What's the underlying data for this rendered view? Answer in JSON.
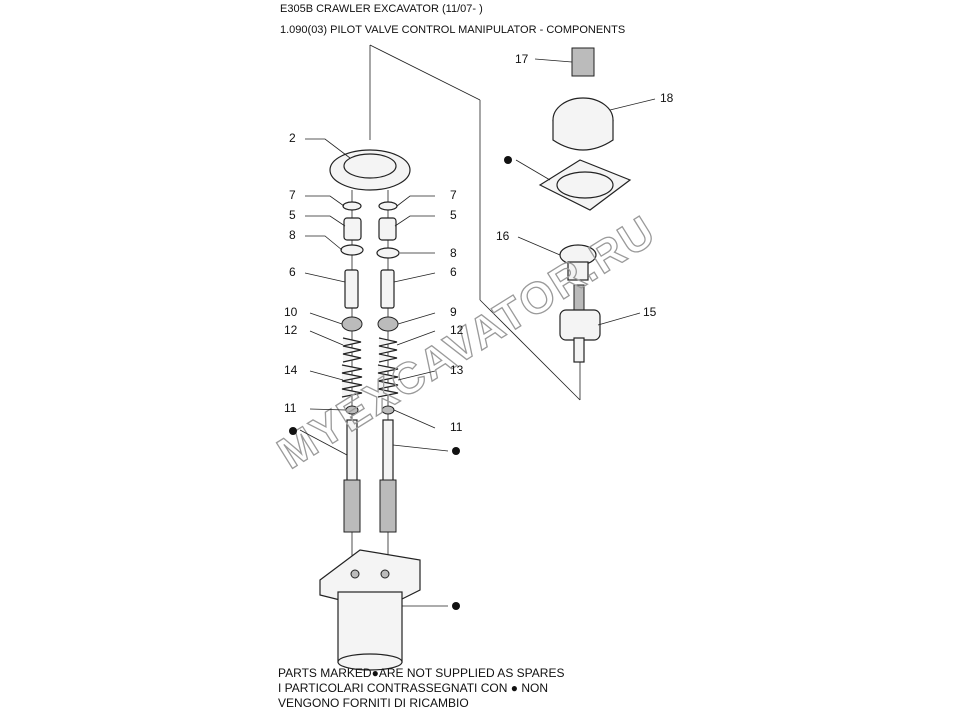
{
  "header": {
    "title": "E305B CRAWLER EXCAVATOR (11/07- )",
    "subtitle": "1.090(03) PILOT VALVE CONTROL MANIPULATOR - COMPONENTS"
  },
  "callouts": {
    "c2": "2",
    "c7a": "7",
    "c7b": "7",
    "c5a": "5",
    "c5b": "5",
    "c8a": "8",
    "c8b": "8",
    "c6a": "6",
    "c6b": "6",
    "c10": "10",
    "c9": "9",
    "c12a": "12",
    "c12b": "12",
    "c14": "14",
    "c13": "13",
    "c11a": "11",
    "c11b": "11",
    "c17": "17",
    "c18": "18",
    "c16": "16",
    "c15": "15"
  },
  "notes": {
    "line1_a": "PARTS MARKED",
    "line1_b": "ARE NOT SUPPLIED AS SPARES",
    "line2_a": "I  PARTICOLARI  CONTRASSEGNATI  CON",
    "line2_b": "NON",
    "line3": "VENGONO FORNITI DI RICAMBIO"
  },
  "watermark": "MYEXCAVATOR.RU"
}
